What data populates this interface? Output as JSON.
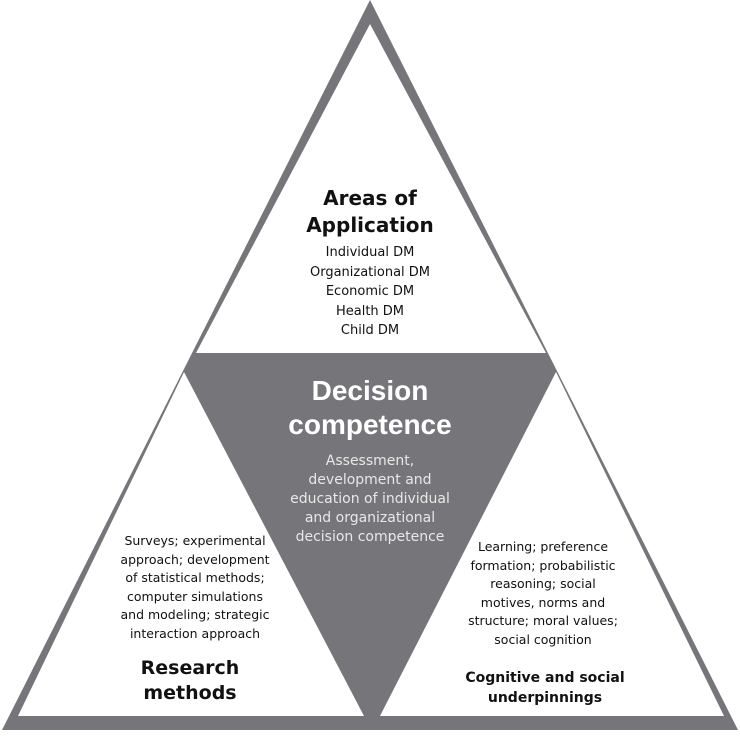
{
  "colors": {
    "frame": "#76767a",
    "background": "#ffffff"
  },
  "top": {
    "title_lines": [
      "Areas of",
      "Application"
    ],
    "items": [
      "Individual DM",
      "Organizational DM",
      "Economic DM",
      "Health DM",
      "Child DM"
    ]
  },
  "center": {
    "title_lines": [
      "Decision",
      "competence"
    ],
    "desc_lines": [
      "Assessment,",
      "development and",
      "education of individual",
      "and organizational",
      "decision competence"
    ]
  },
  "left": {
    "desc_lines": [
      "Surveys; experimental",
      "approach; development",
      "of statistical methods;",
      "computer simulations",
      "and modeling; strategic",
      "interaction approach"
    ],
    "title_lines": [
      "Research",
      "methods"
    ]
  },
  "right": {
    "desc_lines": [
      "Learning; preference",
      "formation; probabilistic",
      "reasoning; social",
      "motives, norms and",
      "structure; moral values;",
      "social cognition"
    ],
    "title_lines": [
      "Cognitive and social",
      "underpinnings"
    ]
  }
}
